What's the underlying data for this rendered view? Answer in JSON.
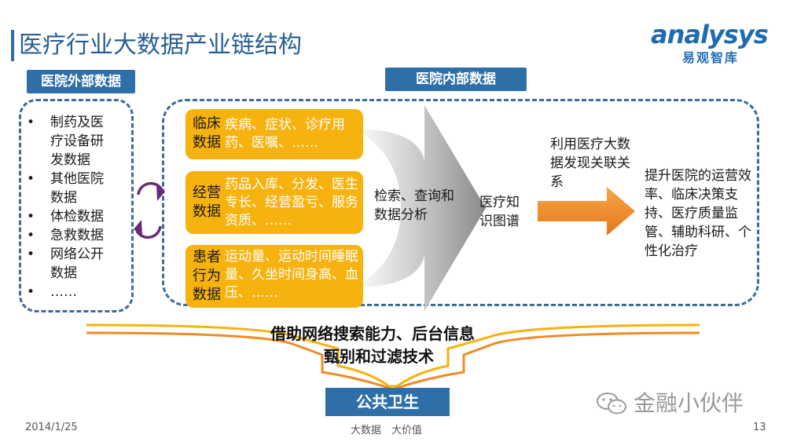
{
  "title": "医疗行业大数据产业链结构",
  "logo": {
    "word": "analysys",
    "sub": "易观智库"
  },
  "external": {
    "header": "医院外部数据",
    "items": [
      "制药及医疗设备研发数据",
      "其他医院数据",
      "体检数据",
      "急救数据",
      "网络公开数据",
      "……"
    ]
  },
  "internal": {
    "header": "医院内部数据",
    "categories": [
      {
        "key": "临床数据",
        "value": "疾病、症状、诊疗用药、医嘱、……"
      },
      {
        "key": "经营数据",
        "value": "药品入库、分发、医生专长、经营盈亏、服务资质、……"
      },
      {
        "key": "患者行为数据",
        "value": "运动量、运动时间睡眠量、久坐时间身高、血压、……"
      }
    ],
    "process": "检索、查询和数据分析",
    "knowledge": "医疗知识图谱",
    "relation": "利用医疗大数据发现关联关系",
    "outcome": "提升医院的运营效率、临床决策支持、医疗质量监管、辅助科研、个性化治疗"
  },
  "bottom": {
    "line1": "借助网络搜索能力、后台信息",
    "line2": "甄别和过滤技术"
  },
  "public_health": "公共卫生",
  "footer": {
    "date": "2014/1/25",
    "center": "大数据　大价值",
    "page": "13"
  },
  "watermark": "金融小伙伴",
  "colors": {
    "accent": "#2f6fa8",
    "highlight": "#f6b20e",
    "arrow": "#f08a24",
    "cycle": "#6a2a7a"
  }
}
